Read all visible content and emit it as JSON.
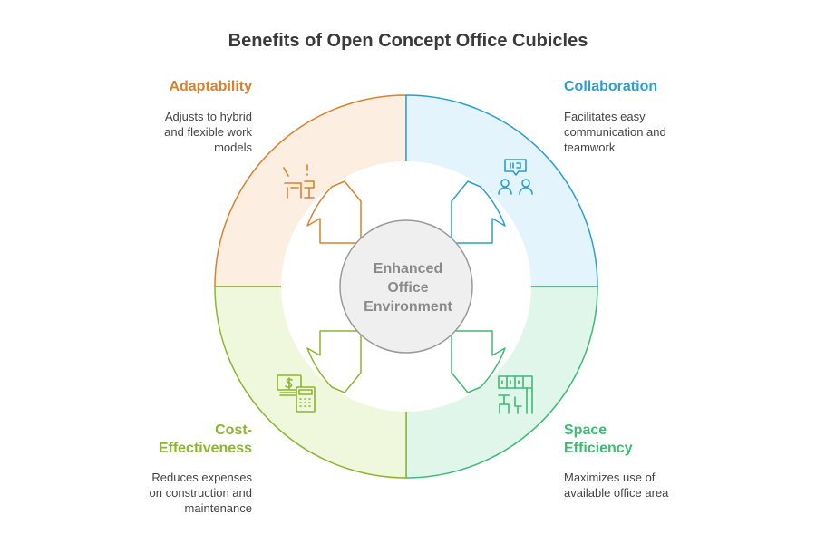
{
  "title": "Benefits of Open Concept Office Cubicles",
  "center": {
    "lines": [
      "Enhanced",
      "Office",
      "Environment"
    ]
  },
  "quadrants": {
    "adaptability": {
      "heading": [
        "Adaptability"
      ],
      "description": [
        "Adjusts to hybrid",
        "and flexible work",
        "models"
      ],
      "color": "#D9822B",
      "fill": "#FDEEE2",
      "icon": "desk-chair-icon"
    },
    "collaboration": {
      "heading": [
        "Collaboration"
      ],
      "description": [
        "Facilitates easy",
        "communication and",
        "teamwork"
      ],
      "color": "#2A9FD0",
      "fill": "#E3F4FC",
      "icon": "people-chat-icon"
    },
    "cost_effectiveness": {
      "heading": [
        "Cost-",
        "Effectiveness"
      ],
      "description": [
        "Reduces expenses",
        "on construction and",
        "maintenance"
      ],
      "color": "#8DB52F",
      "fill": "#EFF7DD",
      "icon": "money-calculator-icon"
    },
    "space_efficiency": {
      "heading": [
        "Space",
        "Efficiency"
      ],
      "description": [
        "Maximizes use of",
        "available office area"
      ],
      "color": "#3DBB73",
      "fill": "#E0F6EA",
      "icon": "floorplan-icon"
    }
  }
}
